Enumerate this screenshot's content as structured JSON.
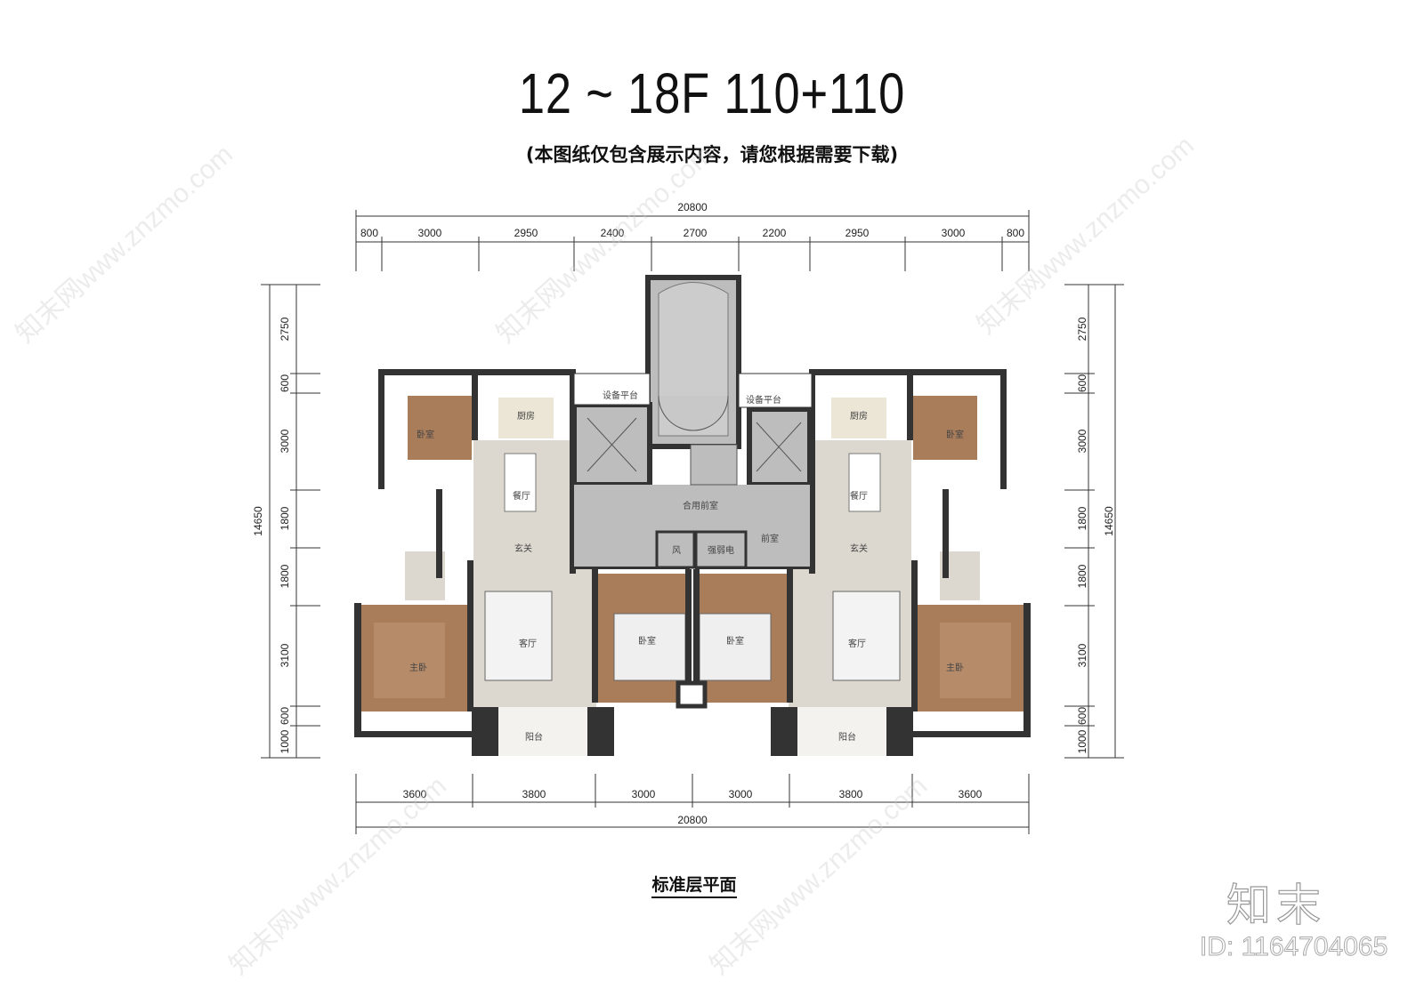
{
  "title": "12 ~ 18F   110+110",
  "subtitle": "(本图纸仅包含展示内容，请您根据需要下载)",
  "caption": "标准层平面",
  "logo": "知末",
  "image_id": "ID: 1164704065",
  "watermark": "知末网www.znzmo.com",
  "dimensions": {
    "top_total": "20800",
    "top": [
      "800",
      "3000",
      "2950",
      "2400",
      "2700",
      "2200",
      "2950",
      "3000",
      "800"
    ],
    "bottom": [
      "3600",
      "3800",
      "3000",
      "3000",
      "3800",
      "3600"
    ],
    "bottom_total": "20800",
    "side_total": "14650",
    "side": [
      "2750",
      "600",
      "3000",
      "1800",
      "1800",
      "3100",
      "600",
      "1000"
    ]
  },
  "rooms": {
    "bedroom": "卧室",
    "kitchen": "厨房",
    "equipment_platform": "设备平台",
    "dining": "餐厅",
    "shared_lobby": "合用前室",
    "foyer": "玄关",
    "wind": "风",
    "electrical": "强弱电",
    "front_room": "前室",
    "living": "客厅",
    "master_bedroom": "主卧",
    "balcony": "阳台"
  },
  "colors": {
    "wood": "#a97c5a",
    "marble": "#ddd8cf",
    "core": "#bdbdbd",
    "wall": "#333333"
  }
}
